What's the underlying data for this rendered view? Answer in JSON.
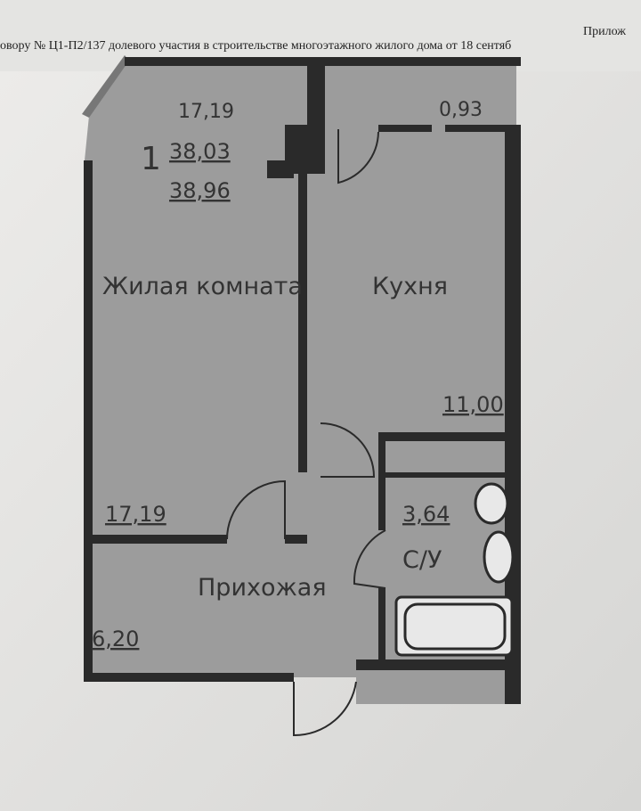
{
  "header": {
    "appendix": "Прилож",
    "contract_line": "овору № Ц1-П2/137 долевого участия в строительстве многоэтажного жилого дома от 18 сентяб"
  },
  "plan": {
    "rooms_count": "1",
    "summary_areas": [
      "17,19",
      "38,03",
      "38,96"
    ],
    "rooms": [
      {
        "name": "Жилая комната",
        "area": "17,19"
      },
      {
        "name": "Кухня",
        "area": "11,00"
      },
      {
        "name": "Прихожая",
        "area": "6,20"
      },
      {
        "name": "С/У",
        "area": "3,64"
      },
      {
        "name": "",
        "area": "0,93"
      }
    ]
  }
}
